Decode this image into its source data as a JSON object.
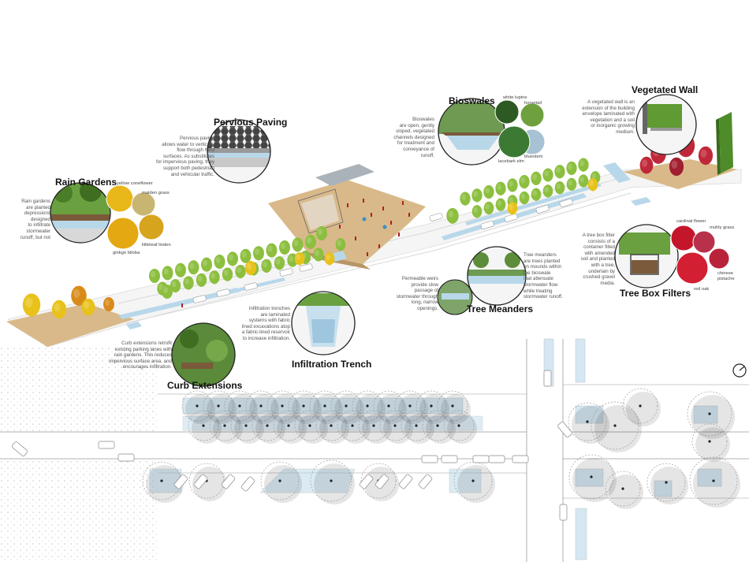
{
  "features": {
    "rain_gardens": {
      "title": "Rain Gardens",
      "desc": [
        "Rain gardens",
        "are planted",
        "depressions",
        "designed",
        "to infiltrate",
        "stormwater",
        "runoff, but not"
      ],
      "plants": [
        "yellow coneflower",
        "maiden grass",
        "littleleaf linden",
        "ginkgo biloba"
      ]
    },
    "pervious_paving": {
      "title": "Pervious Paving",
      "desc": [
        "Pervious paving",
        "allows water to vertically",
        "flow through hard",
        "surfaces. As substitutes",
        "for impervious paving, they",
        "support both pedestrian",
        "and vehicular traffic."
      ]
    },
    "bioswales": {
      "title": "Bioswales",
      "desc": [
        "Bioswales",
        "are open, gently",
        "sloped, vegetated",
        "channels designed",
        "for treatment and",
        "conveyance of",
        "runoff."
      ],
      "plants": [
        "white lupine",
        "horsetail",
        "bluestem",
        "lacebark elm"
      ]
    },
    "vegetated_wall": {
      "title": "Vegetated Wall",
      "desc": [
        "A vegetated wall is an",
        "extension of the building",
        "envelope laminated with",
        "vegetation and a soil",
        "or inorganic growing",
        "medium."
      ]
    },
    "tree_box_filters": {
      "title": "Tree Box Filters",
      "desc": [
        "A tree box filter",
        "consists of a",
        "container filled",
        "with amended",
        "soil and planted",
        "with a tree,",
        "underlain by",
        "crushed gravel",
        "media."
      ],
      "plants": [
        "cardinal flower",
        "muhly grass",
        "chinese",
        "pistache",
        "red oak"
      ]
    },
    "tree_meanders": {
      "title": "Tree Meanders",
      "desc": [
        "Tree meanders",
        "are trees planted",
        "on mounds within",
        "the bioswale",
        "that attenuate",
        "stormwater flow",
        "while treating",
        "stormwater runoff."
      ],
      "weirs_desc": [
        "Permeable weirs",
        "provide slow",
        "passage of",
        "stormwater through",
        "long, narrow",
        "openings."
      ]
    },
    "infiltration_trench": {
      "title": "Infiltration Trench",
      "desc": [
        "Infiltration trenches",
        "are laminated",
        "systems with fabric",
        "lined excavations atop",
        "a fabric-lined reservoir",
        "to increase infiltration."
      ]
    },
    "curb_extensions": {
      "title": "Curb Extensions",
      "desc": [
        "Curb extensions retrofit",
        "existing parking lanes with",
        "rain gardens. This reduces",
        "impervious surface area, and",
        "encourages infiltration."
      ]
    }
  },
  "colors": {
    "water": "#b8d8ea",
    "tree_green": "#8cbf3f",
    "tree_yellow": "#e8c21a",
    "tree_red": "#c0283a",
    "plaza": "#d9b98a",
    "line": "#9a9a9a"
  }
}
